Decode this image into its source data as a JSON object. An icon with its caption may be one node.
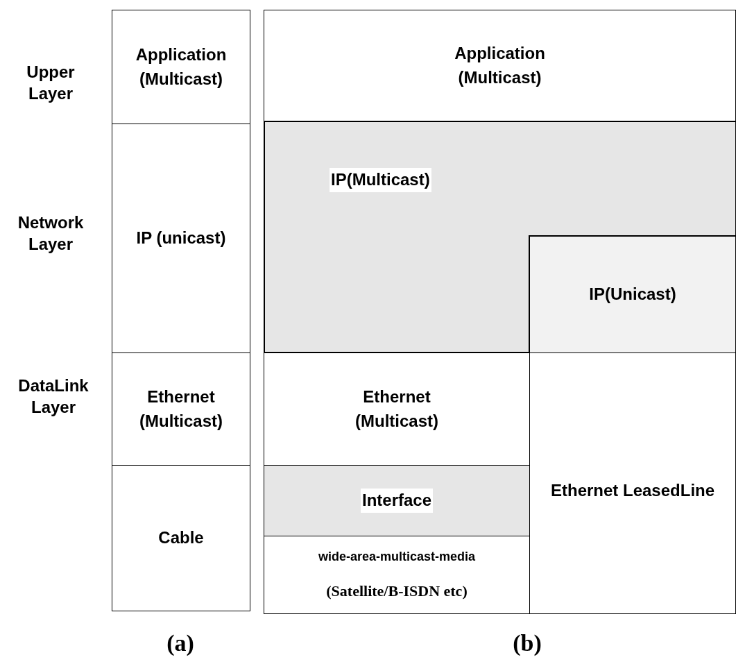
{
  "diagram": {
    "nodes": [
      {
        "text": [
          "Application (Multicast)"
        ]
      },
      {
        "text": [
          "IP (unicast)"
        ]
      },
      {
        "text": [
          "Ethernet (Multicast)"
        ]
      },
      {
        "text": [
          "Cable"
        ]
      },
      {
        "text": [
          "Application (Multicast)"
        ]
      },
      {
        "text": [
          "IP(Multicast)"
        ]
      },
      {
        "text": [
          "IP(Unicast)"
        ]
      },
      {
        "text": [
          "Ethernet (Multicast)"
        ]
      },
      {
        "text": [
          "Interface"
        ]
      },
      {
        "text": [
          "wide-area-multicast-media",
          "(Satellite/B-ISDN etc)"
        ]
      },
      {
        "text": [
          "Ethernet LeasedLine"
        ]
      }
    ],
    "edges": [],
    "labels": [
      "Upper Layer",
      "Network Layer",
      "DataLink Layer",
      "(a)",
      "(b)"
    ]
  }
}
